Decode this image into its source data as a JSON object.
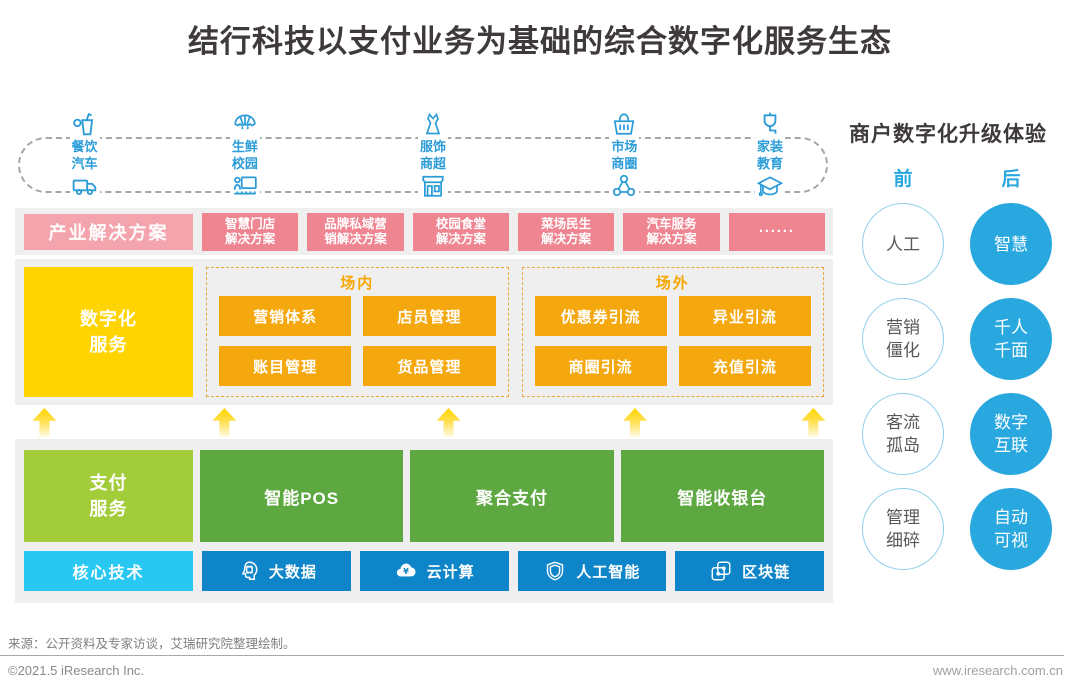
{
  "title": "结行科技以支付业务为基础的综合数字化服务生态",
  "industries": [
    {
      "top_label": "餐饮",
      "bottom_label": "汽车",
      "top_icon": "drink-cup-icon",
      "bottom_icon": "truck-icon"
    },
    {
      "top_label": "生鲜",
      "bottom_label": "校园",
      "top_icon": "scallop-icon",
      "bottom_icon": "classroom-icon"
    },
    {
      "top_label": "服饰",
      "bottom_label": "商超",
      "top_icon": "dress-icon",
      "bottom_icon": "storefront-icon"
    },
    {
      "top_label": "市场",
      "bottom_label": "商圈",
      "top_icon": "basket-icon",
      "bottom_icon": "network-icon"
    },
    {
      "top_label": "家装",
      "bottom_label": "教育",
      "top_icon": "lamp-icon",
      "bottom_icon": "graduation-cap-icon"
    }
  ],
  "solutions": {
    "header": "产业解决方案",
    "items": [
      "智慧门店\n解决方案",
      "品牌私域营\n销解决方案",
      "校园食堂\n解决方案",
      "菜场民生\n解决方案",
      "汽车服务\n解决方案",
      "······"
    ]
  },
  "digital": {
    "header": "数字化\n服务",
    "inside": {
      "label": "场内",
      "items": [
        "营销体系",
        "店员管理",
        "账目管理",
        "货品管理"
      ]
    },
    "outside": {
      "label": "场外",
      "items": [
        "优惠券引流",
        "异业引流",
        "商圈引流",
        "充值引流"
      ]
    }
  },
  "payment": {
    "header": "支付\n服务",
    "items": [
      "智能POS",
      "聚合支付",
      "智能收银台"
    ]
  },
  "tech": {
    "header": "核心技术",
    "items": [
      {
        "label": "大数据",
        "icon": "big-data-icon"
      },
      {
        "label": "云计算",
        "icon": "cloud-yen-icon"
      },
      {
        "label": "人工智能",
        "icon": "shield-icon"
      },
      {
        "label": "区块链",
        "icon": "blockchain-icon"
      }
    ]
  },
  "sidebar": {
    "title": "商户数字化升级体验",
    "before_label": "前",
    "after_label": "后",
    "rows": [
      {
        "before": "人工",
        "after": "智慧"
      },
      {
        "before": "营销\n僵化",
        "after": "千人\n千面"
      },
      {
        "before": "客流\n孤岛",
        "after": "数字\n互联"
      },
      {
        "before": "管理\n细碎",
        "after": "自动\n可视"
      }
    ]
  },
  "footer": {
    "source": "来源：公开资料及专家访谈，艾瑞研究院整理绘制。",
    "copyright": "©2021.5 iResearch Inc.",
    "website": "www.iresearch.com.cn"
  },
  "colors": {
    "accent_blue": "#2B9CD8",
    "pink_header": "#F4A4AC",
    "pink_item": "#EF8591",
    "yellow": "#FFD401",
    "orange": "#F5A70E",
    "light_green": "#A3CC3A",
    "green": "#5EA841",
    "cyan": "#29C8F3",
    "tech_blue": "#0E85C8",
    "sidebar_blue": "#29A8E0",
    "band_gray": "#EFEFEF"
  }
}
